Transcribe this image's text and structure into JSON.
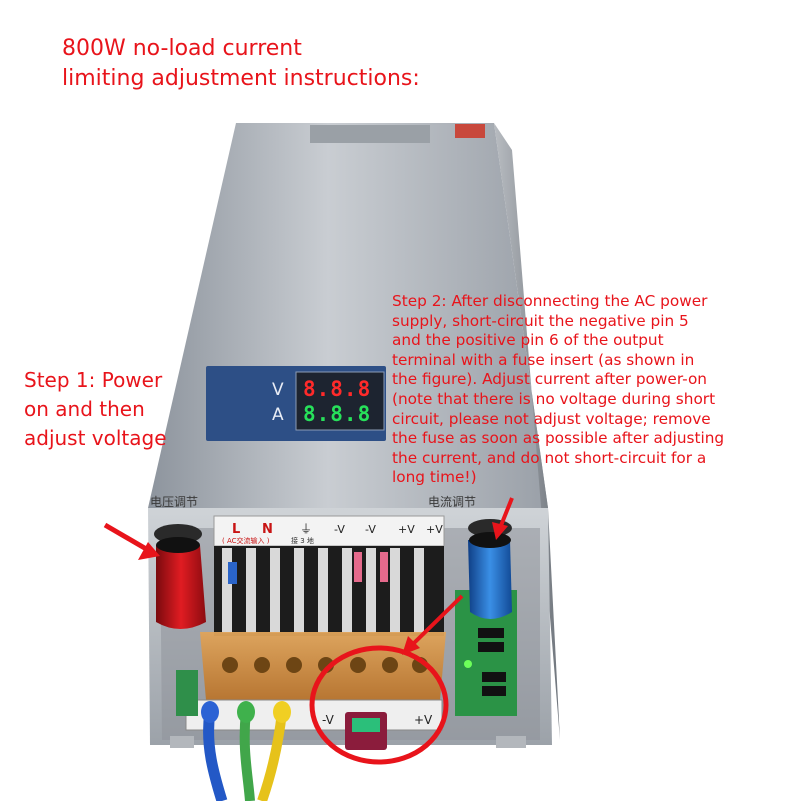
{
  "title": {
    "line1": "800W no-load current",
    "line2": "limiting adjustment instructions:"
  },
  "step1": {
    "line1": "Step 1: Power",
    "line2": "on and then",
    "line3": "adjust voltage"
  },
  "step2": {
    "lines": [
      "Step 2: After disconnecting the AC power",
      "supply, short-circuit the negative pin 5",
      "and the positive pin 6 of the output",
      "terminal with a fuse insert (as shown in",
      "the figure). Adjust current after power-on",
      "(note that there is no voltage during short",
      "circuit, please not adjust voltage; remove",
      "the fuse as soon as possible after adjusting",
      "the current, and do not short-circuit for a",
      "long time!)"
    ]
  },
  "meter": {
    "voltage_label": "V",
    "current_label": "A",
    "voltage_reading": "8.8.8",
    "current_reading": "8.8.8"
  },
  "knobs": {
    "voltage_label": "电压调节",
    "current_label": "电流调节"
  },
  "terminals": {
    "labels": [
      "L",
      "N",
      "⏚",
      "-V",
      "-V",
      "+V",
      "+V"
    ],
    "ac_note": "( AC交流输入 )",
    "ground_note": "接 3 地",
    "bottom_minus": "-V",
    "bottom_plus": "+V"
  },
  "colors": {
    "annotation": "#e8141b",
    "voltage_display": "#ff2a2a",
    "current_display": "#27e05a",
    "voltage_knob": "#d6141b",
    "current_knob": "#1f78d6"
  }
}
